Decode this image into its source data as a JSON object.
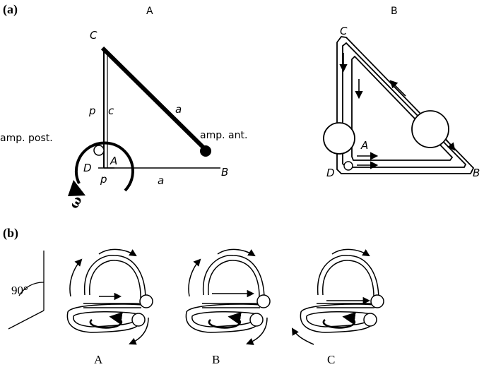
{
  "panel_a": {
    "tag": "(a)",
    "subtitle_left": "A",
    "subtitle_right": "B",
    "left": {
      "vertex_c": "C",
      "vertex_b": "B",
      "vertex_d": "D",
      "inner_a": "A",
      "label_p_upper": "p",
      "label_c": "c",
      "label_a_hyp": "a",
      "label_p_lower": "p",
      "label_a_base": "a",
      "amp_post": "amp. post.",
      "amp_ant": "amp. ant.",
      "omega": "ω"
    },
    "right": {
      "vertex_c": "C",
      "vertex_b": "B",
      "vertex_d": "D",
      "inner_a": "A"
    }
  },
  "panel_b": {
    "tag": "(b)",
    "angle": "90°",
    "captions": [
      "A",
      "B",
      "C"
    ]
  }
}
